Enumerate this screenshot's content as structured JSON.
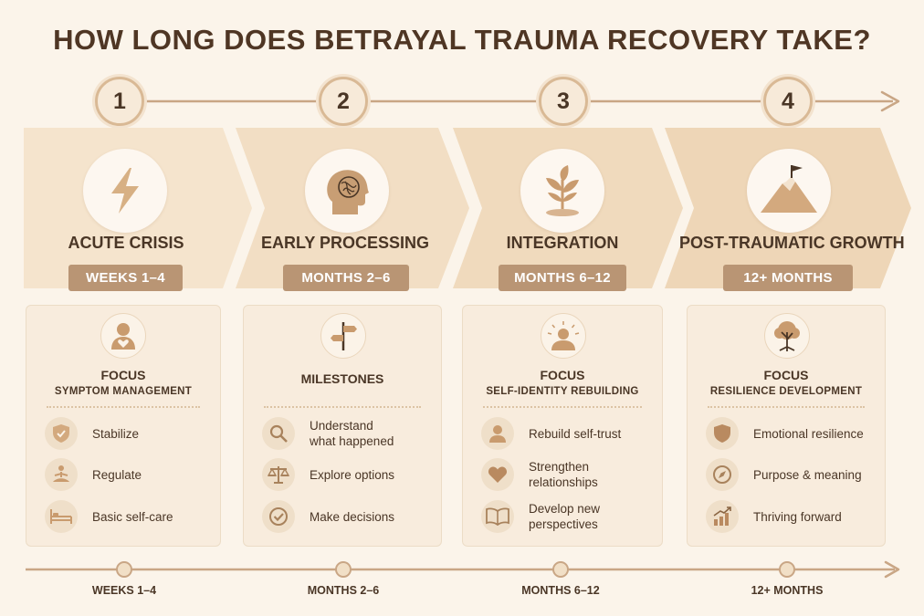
{
  "title": "HOW LONG DOES BETRAYAL TRAUMA RECOVERY TAKE?",
  "colors": {
    "background": "#fbf4ea",
    "accent": "#b99574",
    "text": "#4a3626",
    "line": "#c9a685"
  },
  "stages": [
    {
      "number": "1",
      "title": "ACUTE CRISIS",
      "badge": "WEEKS 1–4",
      "icon": "lightning-icon",
      "card": {
        "icon": "person-heart-icon",
        "heading": "FOCUS",
        "subheading": "SYMPTOM MANAGEMENT",
        "items": [
          {
            "icon": "shield-check-icon",
            "label": "Stabilize"
          },
          {
            "icon": "meditation-icon",
            "label": "Regulate"
          },
          {
            "icon": "bed-icon",
            "label": "Basic self-care"
          }
        ]
      }
    },
    {
      "number": "2",
      "title": "EARLY PROCESSING",
      "badge": "MONTHS 2–6",
      "icon": "head-brain-icon",
      "card": {
        "icon": "signpost-icon",
        "heading": "MILESTONES",
        "subheading": "",
        "items": [
          {
            "icon": "magnifier-icon",
            "label": "Understand\nwhat happened"
          },
          {
            "icon": "scales-icon",
            "label": "Explore options"
          },
          {
            "icon": "checkmark-icon",
            "label": "Make decisions"
          }
        ]
      }
    },
    {
      "number": "3",
      "title": "INTEGRATION",
      "badge": "MONTHS 6–12",
      "icon": "sprout-icon",
      "card": {
        "icon": "person-sunrise-icon",
        "heading": "FOCUS",
        "subheading": "SELF-IDENTITY REBUILDING",
        "items": [
          {
            "icon": "person-icon",
            "label": "Rebuild self-trust"
          },
          {
            "icon": "heart-icon",
            "label": "Strengthen\nrelationships"
          },
          {
            "icon": "book-icon",
            "label": "Develop new\nperspectives"
          }
        ]
      }
    },
    {
      "number": "4",
      "title": "POST-TRAUMATIC GROWTH",
      "badge": "12+ MONTHS",
      "icon": "mountain-flag-icon",
      "card": {
        "icon": "tree-icon",
        "heading": "FOCUS",
        "subheading": "RESILIENCE DEVELOPMENT",
        "items": [
          {
            "icon": "shield-icon",
            "label": "Emotional resilience"
          },
          {
            "icon": "compass-icon",
            "label": "Purpose & meaning"
          },
          {
            "icon": "growth-chart-icon",
            "label": "Thriving forward"
          }
        ]
      }
    }
  ],
  "timeline": [
    "WEEKS 1–4",
    "MONTHS 2–6",
    "MONTHS 6–12",
    "12+ MONTHS"
  ]
}
